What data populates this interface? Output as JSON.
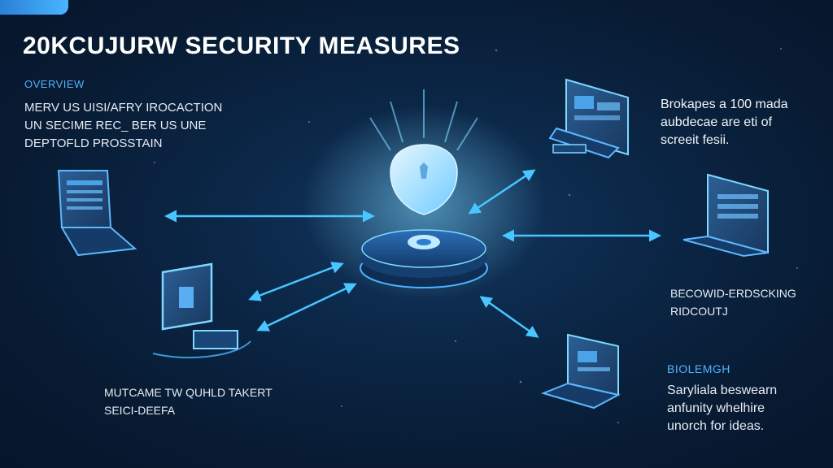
{
  "title": "20KCUJURW SECURITY MEASURES",
  "overview": {
    "heading": "OVERVIEW",
    "lines": [
      "MERV US UISI/AFRY IROCACTION",
      "UN SECIME REC_ BER US UNE",
      "DEPTOFLD PROSSTAIN"
    ]
  },
  "top_right": {
    "lines": [
      "Brokapes a 100 mada",
      "aubdecae are eti of",
      "screeit fesii."
    ]
  },
  "mid_right": {
    "lines": [
      "BECOWID-ERDSCKING",
      "RIDCOUTJ"
    ]
  },
  "bottom_left": {
    "lines": [
      "MUTCAME TW QUHLD TAKERT",
      "SEICI-DEEFA"
    ]
  },
  "bottom_right": {
    "heading": "BIOLEMGH",
    "lines": [
      "Saryliala beswearn",
      "anfunity whelhire",
      "unorch for ideas."
    ]
  },
  "colors": {
    "accent": "#48b6ff",
    "glow": "#7fd8ff",
    "background": "#0b2747"
  },
  "icons": [
    "shield-icon",
    "server-hub-icon",
    "laptop-icon",
    "monitor-icon",
    "lock-icon"
  ]
}
